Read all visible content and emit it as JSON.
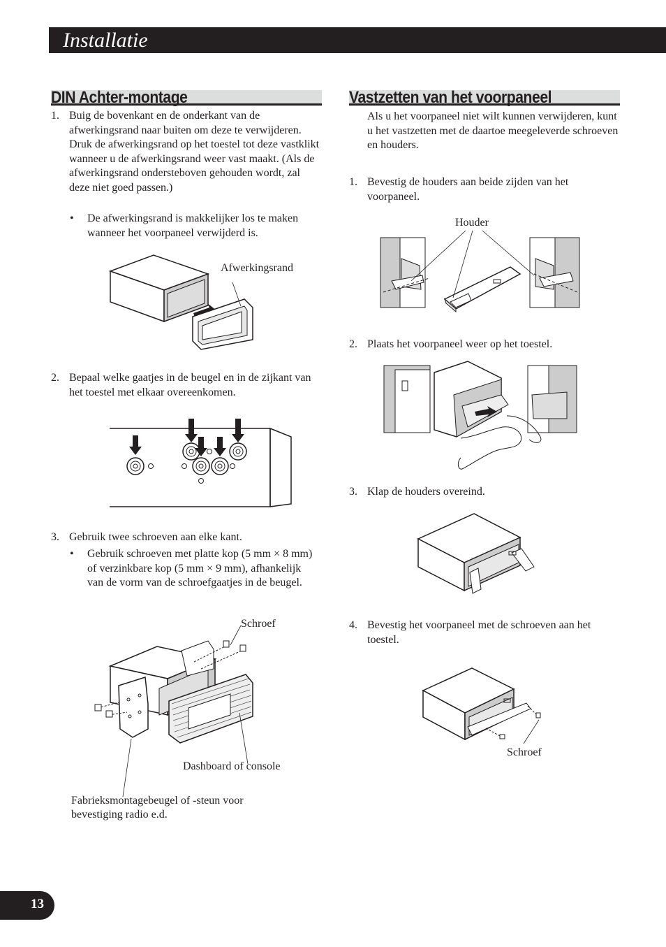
{
  "header": {
    "title": "Installatie"
  },
  "left": {
    "title": "DIN Achter-montage",
    "step1": {
      "num": "1.",
      "text": "Buig de bovenkant en de onderkant van de afwerkingsrand naar buiten om deze te verwijderen. Druk de afwerkingsrand op het toestel tot deze vastklikt wanneer u de afwerkingsrand weer vast maakt. (Als de afwerkingsrand ondersteboven gehouden wordt, zal deze niet goed passen.)"
    },
    "bullet1": {
      "sym": "•",
      "text": "De afwerkingsrand is makkelijker los te maken wanneer het voorpaneel verwijderd is."
    },
    "fig1_label": "Afwerkingsrand",
    "step2": {
      "num": "2.",
      "text": "Bepaal welke gaatjes in de beugel en in de zijkant van het toestel met elkaar overeenkomen."
    },
    "step3": {
      "num": "3.",
      "text": "Gebruik twee schroeven aan elke kant."
    },
    "bullet3": {
      "sym": "•",
      "text": "Gebruik schroeven met platte kop (5 mm × 8 mm) of verzinkbare kop (5 mm × 9 mm), afhankelijk van de vorm van de schroefgaatjes in de beugel."
    },
    "fig3_screw": "Schroef",
    "fig3_dash": "Dashboard of console",
    "fig3_bracket": "Fabrieksmontagebeugel of -steun voor bevestiging radio e.d."
  },
  "right": {
    "title": "Vastzetten van het voorpaneel",
    "intro": "Als u het voorpaneel niet wilt kunnen verwijderen, kunt u het vastzetten met de daartoe meegeleverde schroeven en houders.",
    "step1": {
      "num": "1.",
      "text": "Bevestig de houders aan beide zijden van het voorpaneel."
    },
    "fig1_label": "Houder",
    "step2": {
      "num": "2.",
      "text": "Plaats het voorpaneel weer op het toestel."
    },
    "step3": {
      "num": "3.",
      "text": "Klap de houders overeind."
    },
    "step4": {
      "num": "4.",
      "text": "Bevestig het voorpaneel met de schroeven aan het toestel."
    },
    "fig4_label": "Schroef"
  },
  "page_number": "13"
}
